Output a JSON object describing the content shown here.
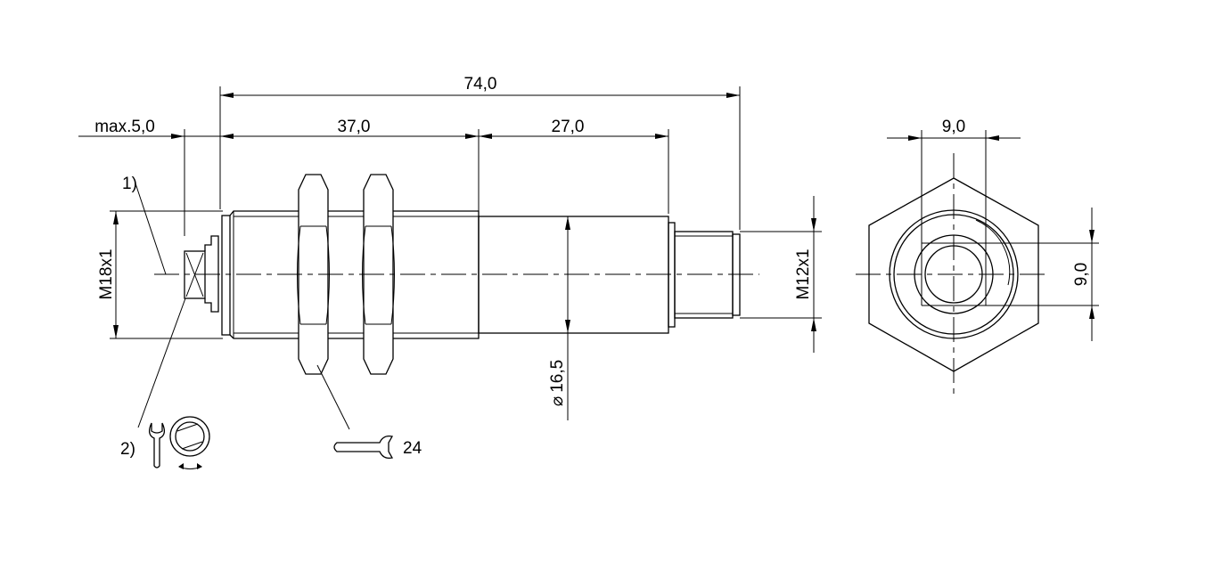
{
  "dimensions": {
    "overall_length": "74,0",
    "max_protrusion": "max.5,0",
    "thread_length": "37,0",
    "body_length": "27,0",
    "thread_size": "M18x1",
    "body_diameter": "16,5",
    "connector_thread": "M12x1",
    "slot_width": "9,0",
    "slot_height": "9,0",
    "wrench_size": "24"
  },
  "notes": {
    "note1": "1)",
    "note2": "2)"
  },
  "symbols": {
    "diameter": "⌀"
  }
}
